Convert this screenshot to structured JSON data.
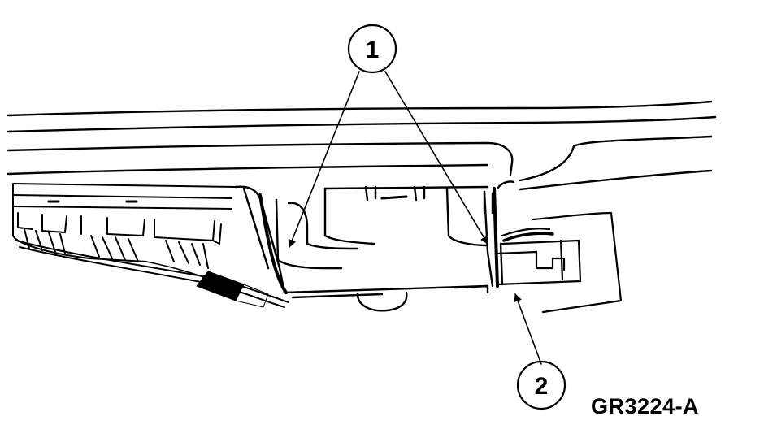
{
  "diagram": {
    "callouts": [
      {
        "number": "1"
      },
      {
        "number": "2"
      }
    ],
    "figure_code": "GR3224-A",
    "colors": {
      "ink": "#000000",
      "paper": "#ffffff"
    }
  }
}
